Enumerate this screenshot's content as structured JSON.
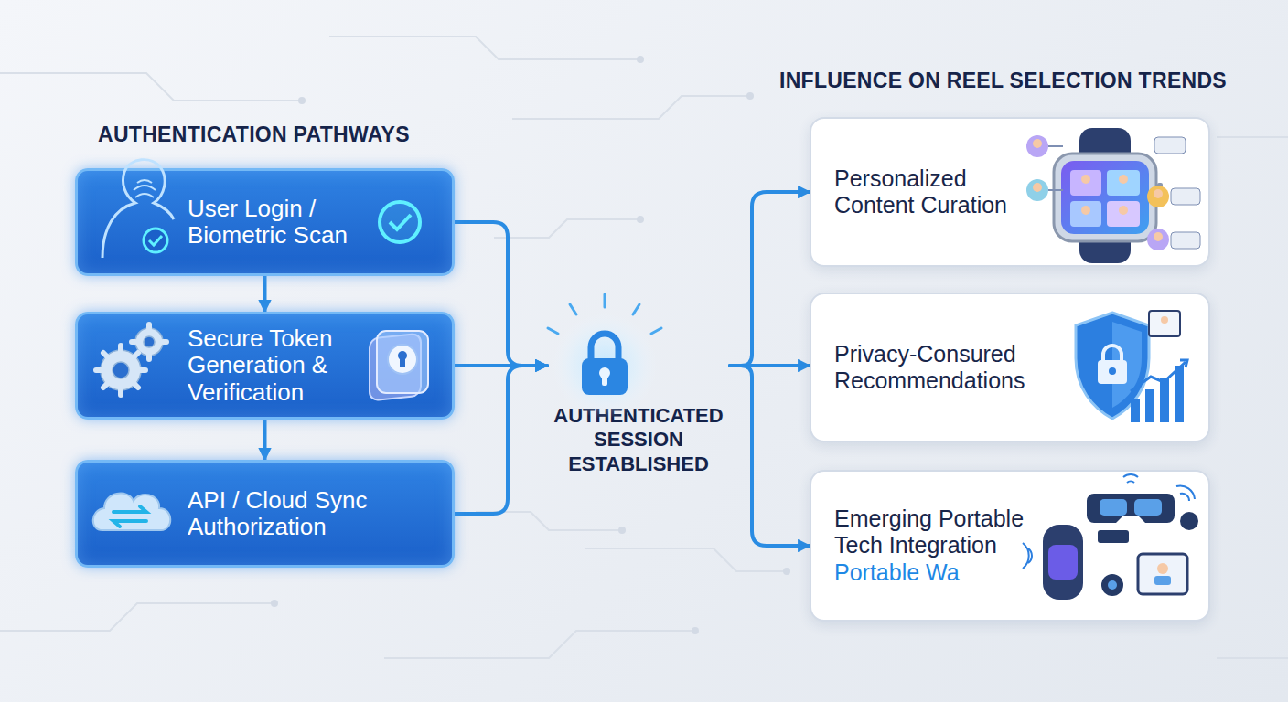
{
  "diagram": {
    "nodes": [
      {
        "text": [
          "User Login / Biometric Scan"
        ]
      },
      {
        "text": [
          "Secure Token Generation & Verification"
        ]
      },
      {
        "text": [
          "API / Cloud Sync Authorization"
        ]
      },
      {
        "text": [
          "AUTHENTICATED SESSION ESTABLISHED"
        ]
      },
      {
        "text": [
          "Personalized Content Curation"
        ]
      },
      {
        "text": [
          "Privacy-Consured Recommendations"
        ]
      },
      {
        "text": [
          "Emerging Portable Tech Integration",
          "Portable Wa"
        ]
      }
    ],
    "edges": [
      {
        "from": 0,
        "to": 1,
        "arrow": "to"
      },
      {
        "from": 1,
        "to": 2,
        "arrow": "to"
      },
      {
        "from": 0,
        "to": 3,
        "arrow": "to"
      },
      {
        "from": 1,
        "to": 3,
        "arrow": "to"
      },
      {
        "from": 2,
        "to": 3,
        "arrow": "to"
      },
      {
        "from": 3,
        "to": 4,
        "arrow": "to"
      },
      {
        "from": 3,
        "to": 5,
        "arrow": "to"
      },
      {
        "from": 3,
        "to": 6,
        "arrow": "to"
      }
    ],
    "labels": [
      "AUTHENTICATION PATHWAYS",
      "INFLUENCE ON REEL SELECTION TRENDS"
    ]
  }
}
